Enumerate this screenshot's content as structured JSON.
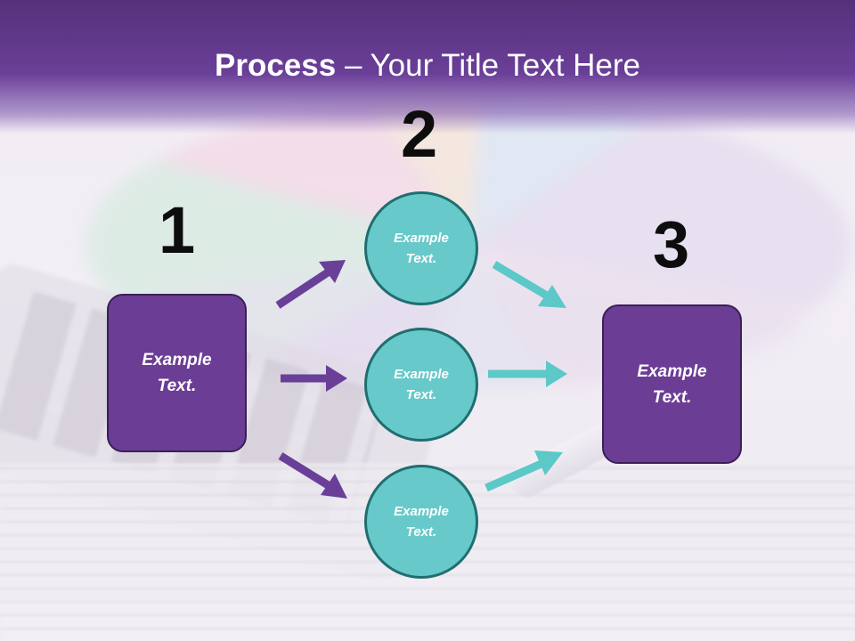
{
  "title": {
    "bold": "Process",
    "rest": " – Your Title Text Here"
  },
  "steps": {
    "one": "1",
    "two": "2",
    "three": "3"
  },
  "left_box": {
    "label": "Example\nText."
  },
  "right_box": {
    "label": "Example\nText."
  },
  "circles": [
    {
      "label": "Example\nText."
    },
    {
      "label": "Example\nText."
    },
    {
      "label": "Example\nText."
    }
  ],
  "colors": {
    "title_band": "#6a3f98",
    "box_fill": "#6b3d95",
    "circle_fill": "#67c9c9",
    "purple_arrow": "#6a3f98",
    "teal_arrow": "#5cc8c8"
  }
}
